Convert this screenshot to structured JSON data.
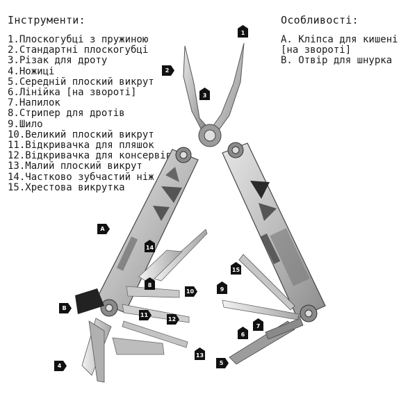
{
  "tools": {
    "heading": "Інструменти:",
    "items": [
      "1.Плоскогубці з пружиною",
      "2.Стандартні плоскогубці",
      "3.Різак для дроту",
      "4.Ножиці",
      "5.Середній плоский викрут",
      "6.Лінійка [на звороті]",
      "7.Напилок",
      "8.Стрипер для дротів",
      "9.Шило",
      "10.Великий плоский викрут",
      "11.Відкривачка для пляшок",
      "12.Відкривачка для консервів",
      "13.Малий плоский викрут",
      "14.Частково зубчастий ніж",
      "15.Хрестова викрутка"
    ]
  },
  "features": {
    "heading": "Особливості:",
    "items": [
      "A. Кліпса для кишені",
      "[на звороті]",
      "B. Отвір для шнурка"
    ]
  },
  "callouts": {
    "c1": "1",
    "c2": "2",
    "c3": "3",
    "c4": "4",
    "c5": "5",
    "c6": "6",
    "c7": "7",
    "c8": "8",
    "c9": "9",
    "c10": "10",
    "c11": "11",
    "c12": "12",
    "c13": "13",
    "c14": "14",
    "c15": "15",
    "cA": "A",
    "cB": "B"
  },
  "colors": {
    "steel_light": "#d4d4d4",
    "steel_mid": "#a9a9a9",
    "steel_dark": "#6e6e6e",
    "callout": "#111111"
  }
}
